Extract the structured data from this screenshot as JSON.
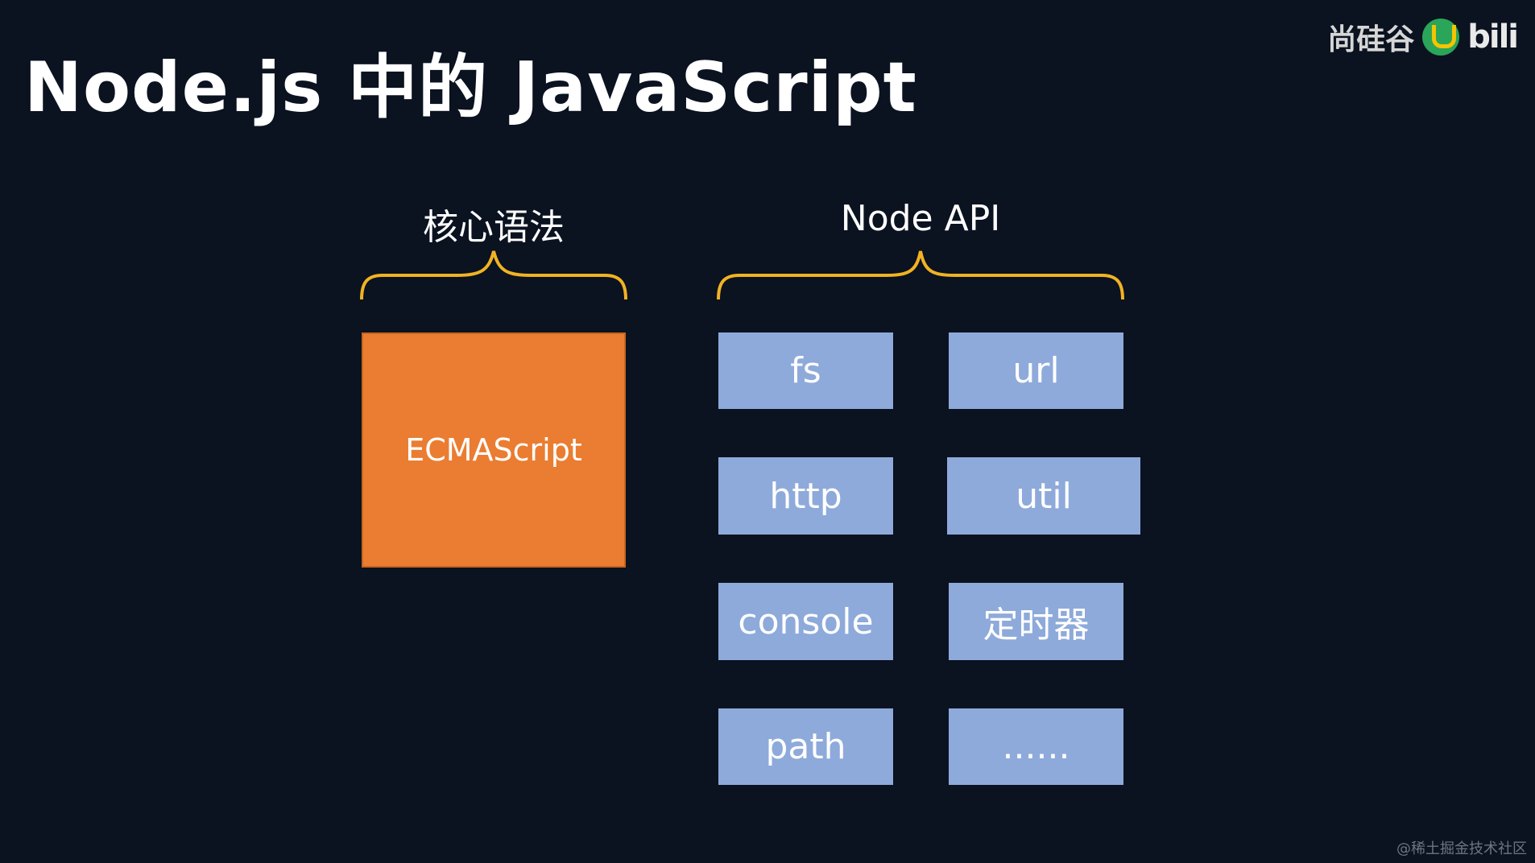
{
  "title": "Node.js 中的 JavaScript",
  "watermark": {
    "text": "尚硅谷",
    "icon": "shangguigu-logo-icon",
    "bili_text": "bili"
  },
  "core": {
    "label": "核心语法",
    "box_label": "ECMAScript"
  },
  "api": {
    "label": "Node API",
    "modules": [
      "fs",
      "url",
      "http",
      "util",
      "console",
      "定时器",
      "path",
      "......"
    ]
  },
  "footer": "@稀土掘金技术社区",
  "colors": {
    "background": "#0b1220",
    "brace": "#f0b323",
    "core_box": "#ea7d31",
    "api_box": "#8eaadb"
  }
}
